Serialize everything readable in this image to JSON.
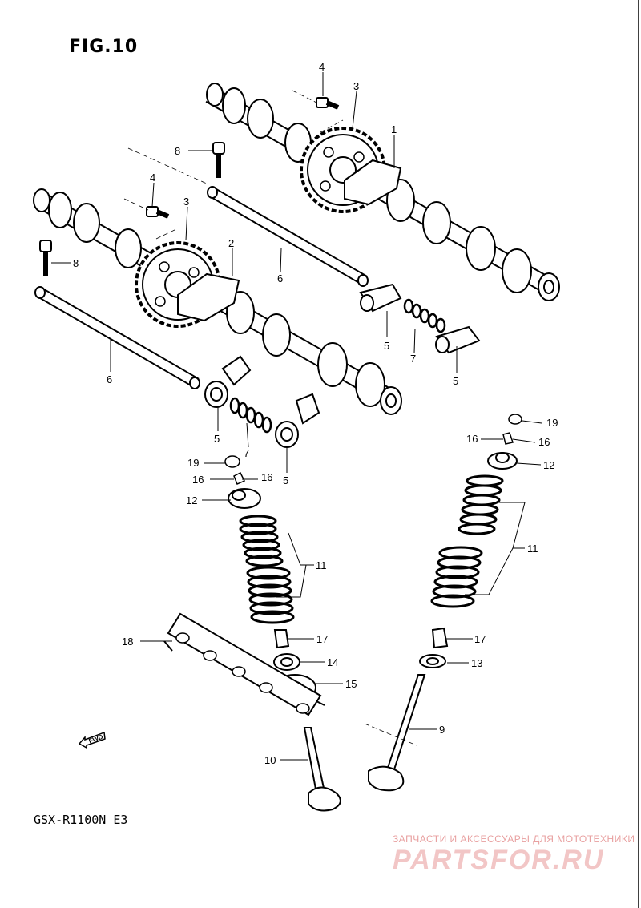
{
  "figure_label": "FIG.10",
  "model_code": "GSX-R1100N E3",
  "fwd_label": "FWD",
  "watermark": {
    "caption": "ЗАПЧАСТИ И АКСЕССУАРЫ ДЛЯ МОТОТЕХНИКИ",
    "logo": "PARTSFOR.RU",
    "color": "#f2c6c6"
  },
  "callouts": [
    {
      "id": "c1",
      "num": "1"
    },
    {
      "id": "c2",
      "num": "2"
    },
    {
      "id": "c3a",
      "num": "3"
    },
    {
      "id": "c3b",
      "num": "3"
    },
    {
      "id": "c4a",
      "num": "4"
    },
    {
      "id": "c4b",
      "num": "4"
    },
    {
      "id": "c5a",
      "num": "5"
    },
    {
      "id": "c5b",
      "num": "5"
    },
    {
      "id": "c5c",
      "num": "5"
    },
    {
      "id": "c5d",
      "num": "5"
    },
    {
      "id": "c6a",
      "num": "6"
    },
    {
      "id": "c6b",
      "num": "6"
    },
    {
      "id": "c7a",
      "num": "7"
    },
    {
      "id": "c7b",
      "num": "7"
    },
    {
      "id": "c8a",
      "num": "8"
    },
    {
      "id": "c8b",
      "num": "8"
    },
    {
      "id": "c9",
      "num": "9"
    },
    {
      "id": "c10",
      "num": "10"
    },
    {
      "id": "c11a",
      "num": "11"
    },
    {
      "id": "c11b",
      "num": "11"
    },
    {
      "id": "c12a",
      "num": "12"
    },
    {
      "id": "c12b",
      "num": "12"
    },
    {
      "id": "c13",
      "num": "13"
    },
    {
      "id": "c14",
      "num": "14"
    },
    {
      "id": "c15",
      "num": "15"
    },
    {
      "id": "c16a",
      "num": "16"
    },
    {
      "id": "c16b",
      "num": "16"
    },
    {
      "id": "c16c",
      "num": "16"
    },
    {
      "id": "c16d",
      "num": "16"
    },
    {
      "id": "c17a",
      "num": "17"
    },
    {
      "id": "c17b",
      "num": "17"
    },
    {
      "id": "c18",
      "num": "18"
    },
    {
      "id": "c19a",
      "num": "19"
    },
    {
      "id": "c19b",
      "num": "19"
    }
  ]
}
